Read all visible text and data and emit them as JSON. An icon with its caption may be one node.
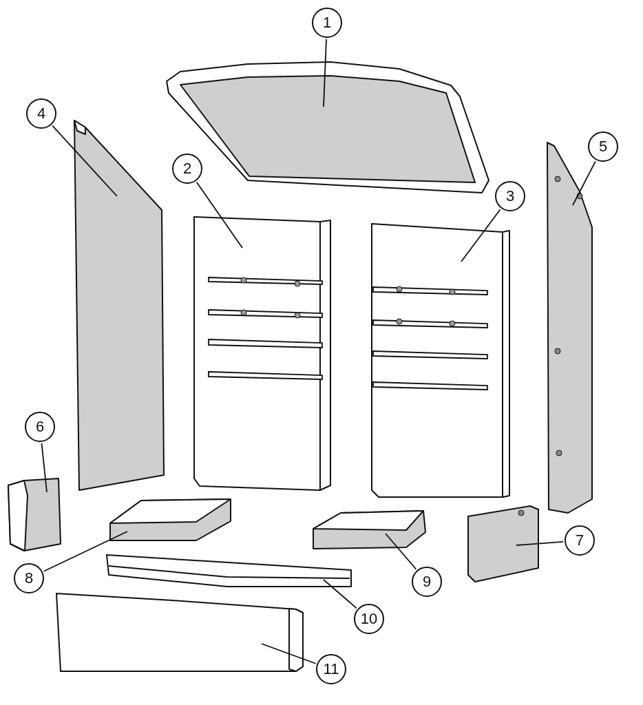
{
  "diagram": {
    "nodes": [
      {
        "text": [
          "1"
        ]
      },
      {
        "text": [
          "2"
        ]
      },
      {
        "text": [
          "3"
        ]
      },
      {
        "text": [
          "4"
        ]
      },
      {
        "text": [
          "5"
        ]
      },
      {
        "text": [
          "6"
        ]
      },
      {
        "text": [
          "7"
        ]
      },
      {
        "text": [
          "8"
        ]
      },
      {
        "text": [
          "9"
        ]
      },
      {
        "text": [
          "10"
        ]
      },
      {
        "text": [
          "11"
        ]
      },
      {
        "text": [],
        "shape": "picture"
      },
      {
        "text": [],
        "shape": "picture"
      },
      {
        "text": [],
        "shape": "picture"
      },
      {
        "text": [],
        "shape": "picture"
      },
      {
        "text": [],
        "shape": "picture"
      },
      {
        "text": [],
        "shape": "picture"
      },
      {
        "text": [],
        "shape": "picture"
      },
      {
        "text": [],
        "shape": "picture"
      },
      {
        "text": [],
        "shape": "picture"
      },
      {
        "text": [],
        "shape": "picture"
      },
      {
        "text": [],
        "shape": "picture"
      }
    ],
    "edges": [
      {
        "from": 0,
        "to": 11,
        "arrow": "none"
      },
      {
        "from": 1,
        "to": 12,
        "arrow": "none"
      },
      {
        "from": 2,
        "to": 13,
        "arrow": "none"
      },
      {
        "from": 3,
        "to": 14,
        "arrow": "none"
      },
      {
        "from": 4,
        "to": 15,
        "arrow": "none"
      },
      {
        "from": 5,
        "to": 16,
        "arrow": "none"
      },
      {
        "from": 6,
        "to": 17,
        "arrow": "none"
      },
      {
        "from": 7,
        "to": 18,
        "arrow": "none"
      },
      {
        "from": 8,
        "to": 19,
        "arrow": "none"
      },
      {
        "from": 9,
        "to": 20,
        "arrow": "none"
      },
      {
        "from": 10,
        "to": 21,
        "arrow": "none"
      }
    ]
  }
}
